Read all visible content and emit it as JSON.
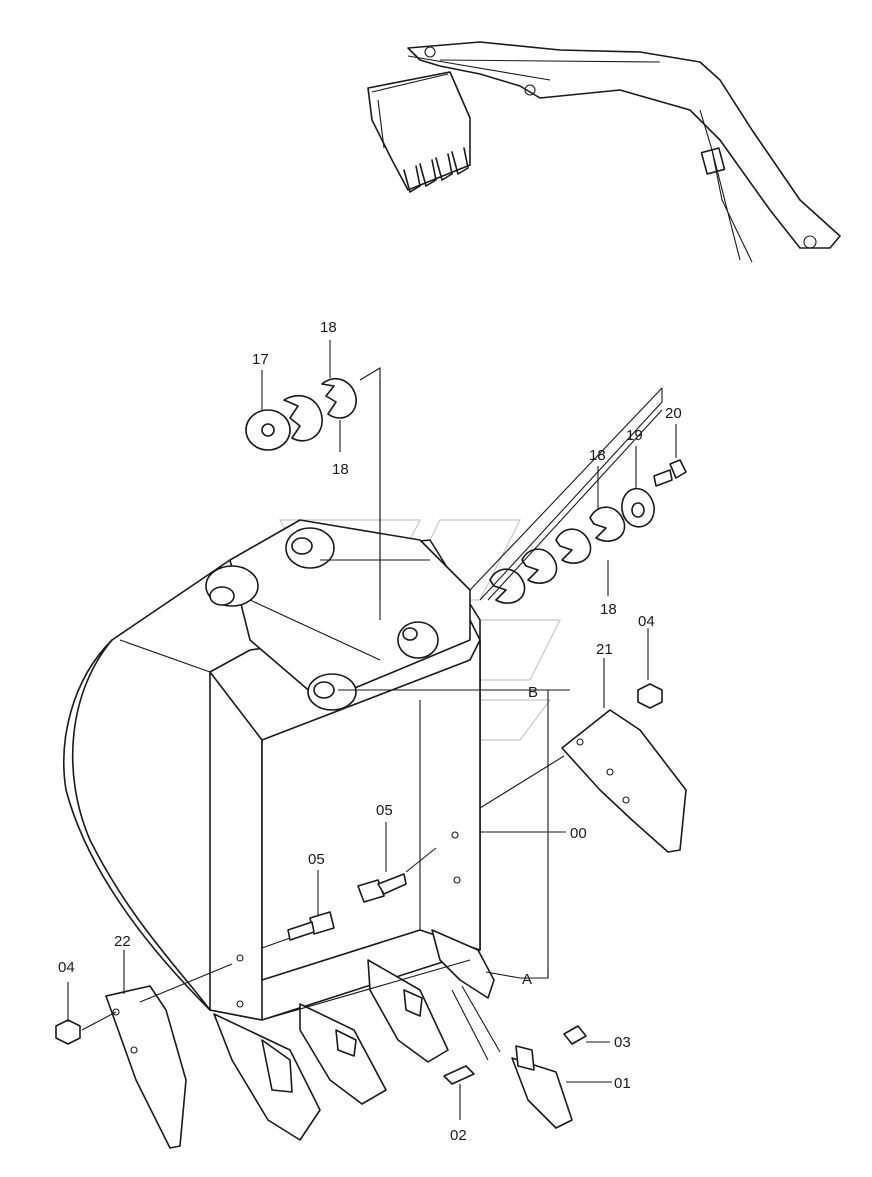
{
  "callouts": {
    "c17": "17",
    "c18_top": "18",
    "c18_mid": "18",
    "c18_right_top": "18",
    "c18_right_bottom": "18",
    "c19": "19",
    "c20": "20",
    "c04_right": "04",
    "c21": "21",
    "c00": "00",
    "cB": "B",
    "cA": "A",
    "c05_upper": "05",
    "c05_lower": "05",
    "c22": "22",
    "c04_left": "04",
    "c03": "03",
    "c01": "01",
    "c02": "02"
  }
}
